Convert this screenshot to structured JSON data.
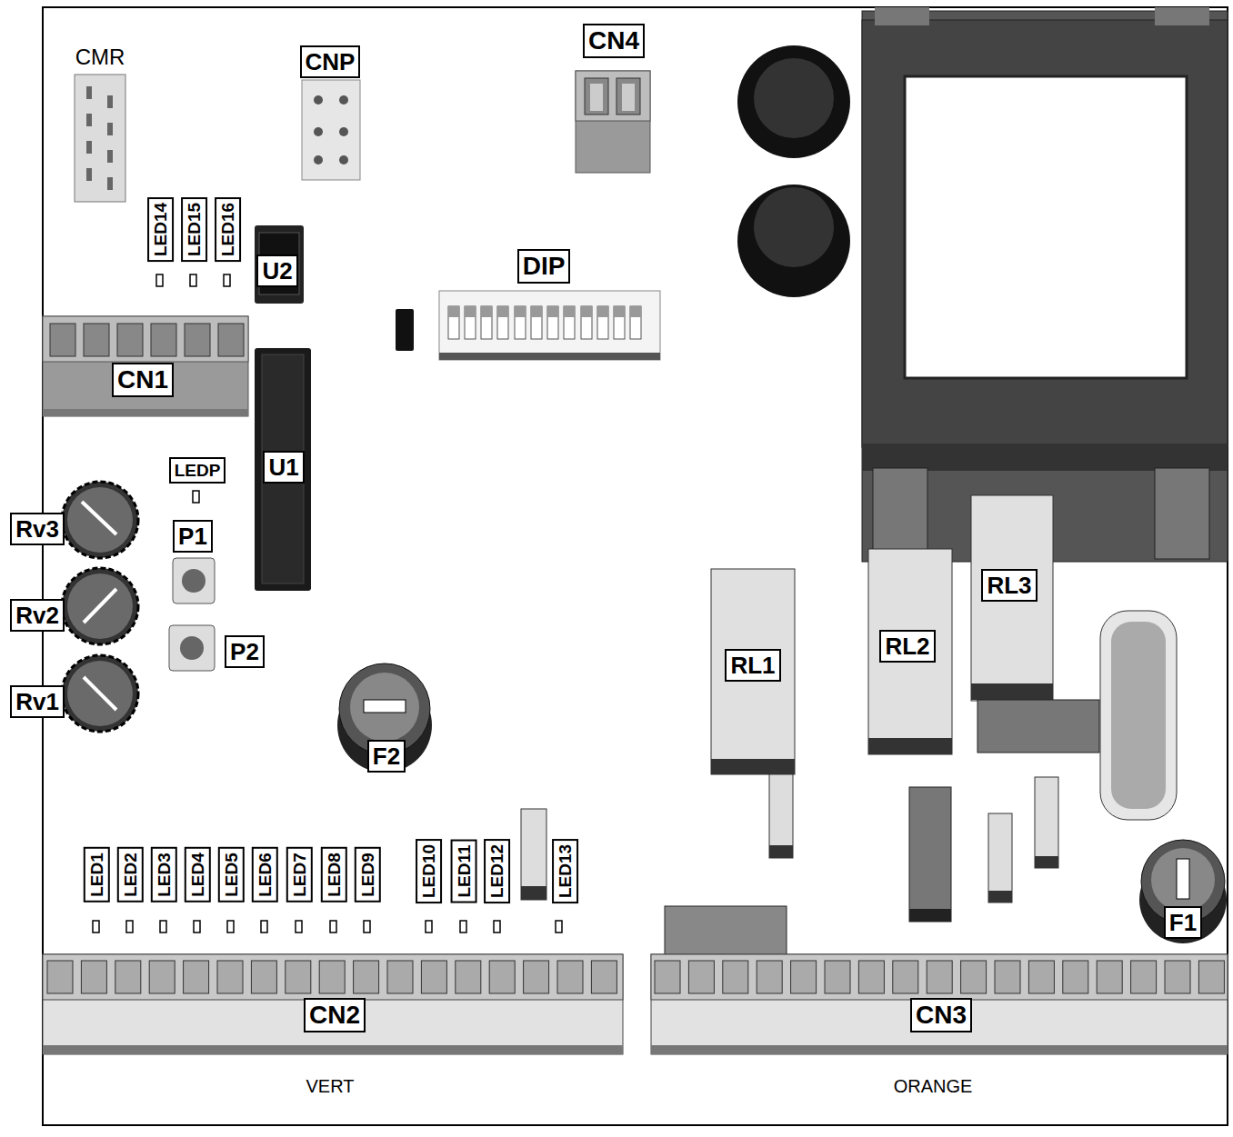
{
  "diagram": {
    "labels": [
      "CMR",
      "CNP",
      "CN4",
      "LED14",
      "LED15",
      "LED16",
      "U2",
      "DIP",
      "CN1",
      "U1",
      "LEDP",
      "Rv3",
      "P1",
      "Rv2",
      "P2",
      "Rv1",
      "RL3",
      "RL2",
      "RL1",
      "F2",
      "LED1",
      "LED2",
      "LED3",
      "LED4",
      "LED5",
      "LED6",
      "LED7",
      "LED8",
      "LED9",
      "LED10",
      "LED11",
      "LED12",
      "LED13",
      "F1",
      "CN2",
      "CN3",
      "VERT",
      "ORANGE"
    ]
  }
}
